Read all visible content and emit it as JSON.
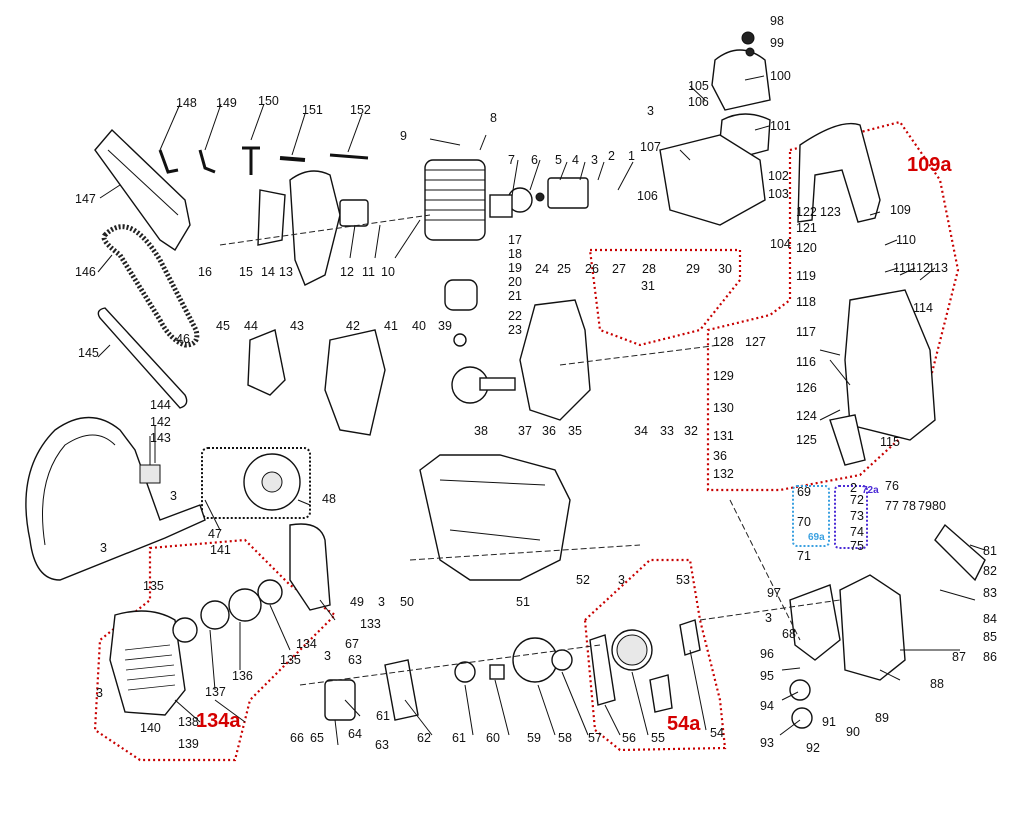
{
  "group_labels": {
    "g109a": "109a",
    "g134a": "134a",
    "g54a": "54a",
    "g69a": "69a",
    "g72a": "72a"
  },
  "colors": {
    "group_red": "#d40000",
    "group_blue": "#3aa0e0",
    "group_purple": "#4b2bd6"
  },
  "part_numbers": {
    "n1": "1",
    "n2": "2",
    "n3": "3",
    "n4": "4",
    "n5": "5",
    "n6": "6",
    "n7": "7",
    "n8": "8",
    "n9": "9",
    "n10": "10",
    "n11": "11",
    "n12": "12",
    "n13": "13",
    "n14": "14",
    "n15": "15",
    "n16": "16",
    "n17": "17",
    "n18": "18",
    "n19": "19",
    "n20": "20",
    "n21": "21",
    "n22": "22",
    "n23": "23",
    "n24": "24",
    "n25": "25",
    "n26": "26",
    "n27": "27",
    "n28": "28",
    "n29": "29",
    "n30": "30",
    "n31": "31",
    "n32": "32",
    "n33": "33",
    "n34": "34",
    "n35": "35",
    "n36": "36",
    "n37": "37",
    "n38": "38",
    "n39": "39",
    "n40": "40",
    "n41": "41",
    "n42": "42",
    "n43": "43",
    "n44": "44",
    "n45": "45",
    "n46": "46",
    "n47": "47",
    "n48": "48",
    "n49": "49",
    "n50": "50",
    "n51": "51",
    "n52": "52",
    "n53": "53",
    "n54": "54",
    "n55": "55",
    "n56": "56",
    "n57": "57",
    "n58": "58",
    "n59": "59",
    "n60": "60",
    "n61": "61",
    "n62": "62",
    "n63": "63",
    "n64": "64",
    "n65": "65",
    "n66": "66",
    "n67": "67",
    "n68": "68",
    "n69": "69",
    "n70": "70",
    "n71": "71",
    "n72": "72",
    "n73": "73",
    "n74": "74",
    "n75": "75",
    "n76": "76",
    "n77": "77",
    "n78": "78",
    "n79": "79",
    "n80": "80",
    "n81": "81",
    "n82": "82",
    "n83": "83",
    "n84": "84",
    "n85": "85",
    "n86": "86",
    "n87": "87",
    "n88": "88",
    "n89": "89",
    "n90": "90",
    "n91": "91",
    "n92": "92",
    "n93": "93",
    "n94": "94",
    "n95": "95",
    "n96": "96",
    "n97": "97",
    "n98": "98",
    "n99": "99",
    "n100": "100",
    "n101": "101",
    "n102": "102",
    "n103": "103",
    "n104": "104",
    "n105": "105",
    "n106": "106",
    "n107": "107",
    "n109": "109",
    "n110": "110",
    "n111": "111",
    "n112": "112",
    "n113": "113",
    "n114": "114",
    "n115": "115",
    "n116": "116",
    "n117": "117",
    "n118": "118",
    "n119": "119",
    "n120": "120",
    "n121": "121",
    "n122": "122",
    "n123": "123",
    "n124": "124",
    "n125": "125",
    "n126": "126",
    "n127": "127",
    "n128": "128",
    "n129": "129",
    "n130": "130",
    "n131": "131",
    "n132": "132",
    "n133": "133",
    "n134": "134",
    "n135": "135",
    "n136": "136",
    "n137": "137",
    "n138": "138",
    "n139": "139",
    "n140": "140",
    "n141": "141",
    "n142": "142",
    "n143": "143",
    "n144": "144",
    "n145": "145",
    "n146": "146",
    "n147": "147",
    "n148": "148",
    "n149": "149",
    "n150": "150",
    "n151": "151",
    "n152": "152"
  }
}
